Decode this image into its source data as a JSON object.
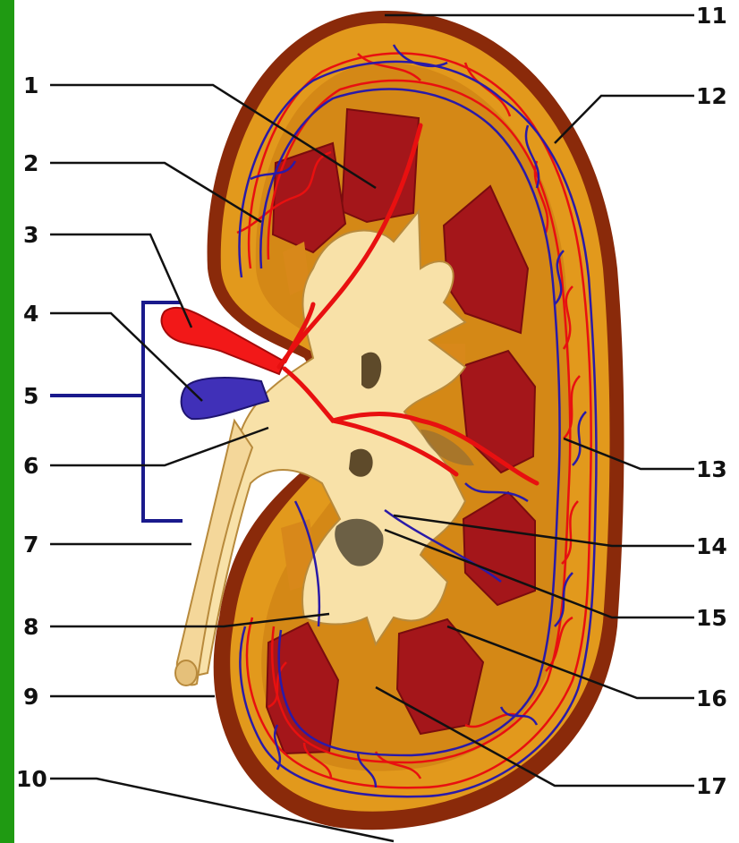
{
  "colors": {
    "frame_green": "#1f9a12",
    "capsule": "#8a2a0a",
    "cortex": "#e2991c",
    "medulla_pyramid": "#a4161a",
    "pelvis": "#f8e1a8",
    "artery": "#e81010",
    "vein": "#2a1aa8",
    "bracket": "#1a1a8c",
    "leader": "#111111"
  },
  "labels": [
    {
      "id": "1",
      "text": "1"
    },
    {
      "id": "2",
      "text": "2"
    },
    {
      "id": "3",
      "text": "3"
    },
    {
      "id": "4",
      "text": "4"
    },
    {
      "id": "5",
      "text": "5"
    },
    {
      "id": "6",
      "text": "6"
    },
    {
      "id": "7",
      "text": "7"
    },
    {
      "id": "8",
      "text": "8"
    },
    {
      "id": "9",
      "text": "9"
    },
    {
      "id": "10",
      "text": "10"
    },
    {
      "id": "11",
      "text": "11"
    },
    {
      "id": "12",
      "text": "12"
    },
    {
      "id": "13",
      "text": "13"
    },
    {
      "id": "14",
      "text": "14"
    },
    {
      "id": "15",
      "text": "15"
    },
    {
      "id": "16",
      "text": "16"
    },
    {
      "id": "17",
      "text": "17"
    }
  ]
}
